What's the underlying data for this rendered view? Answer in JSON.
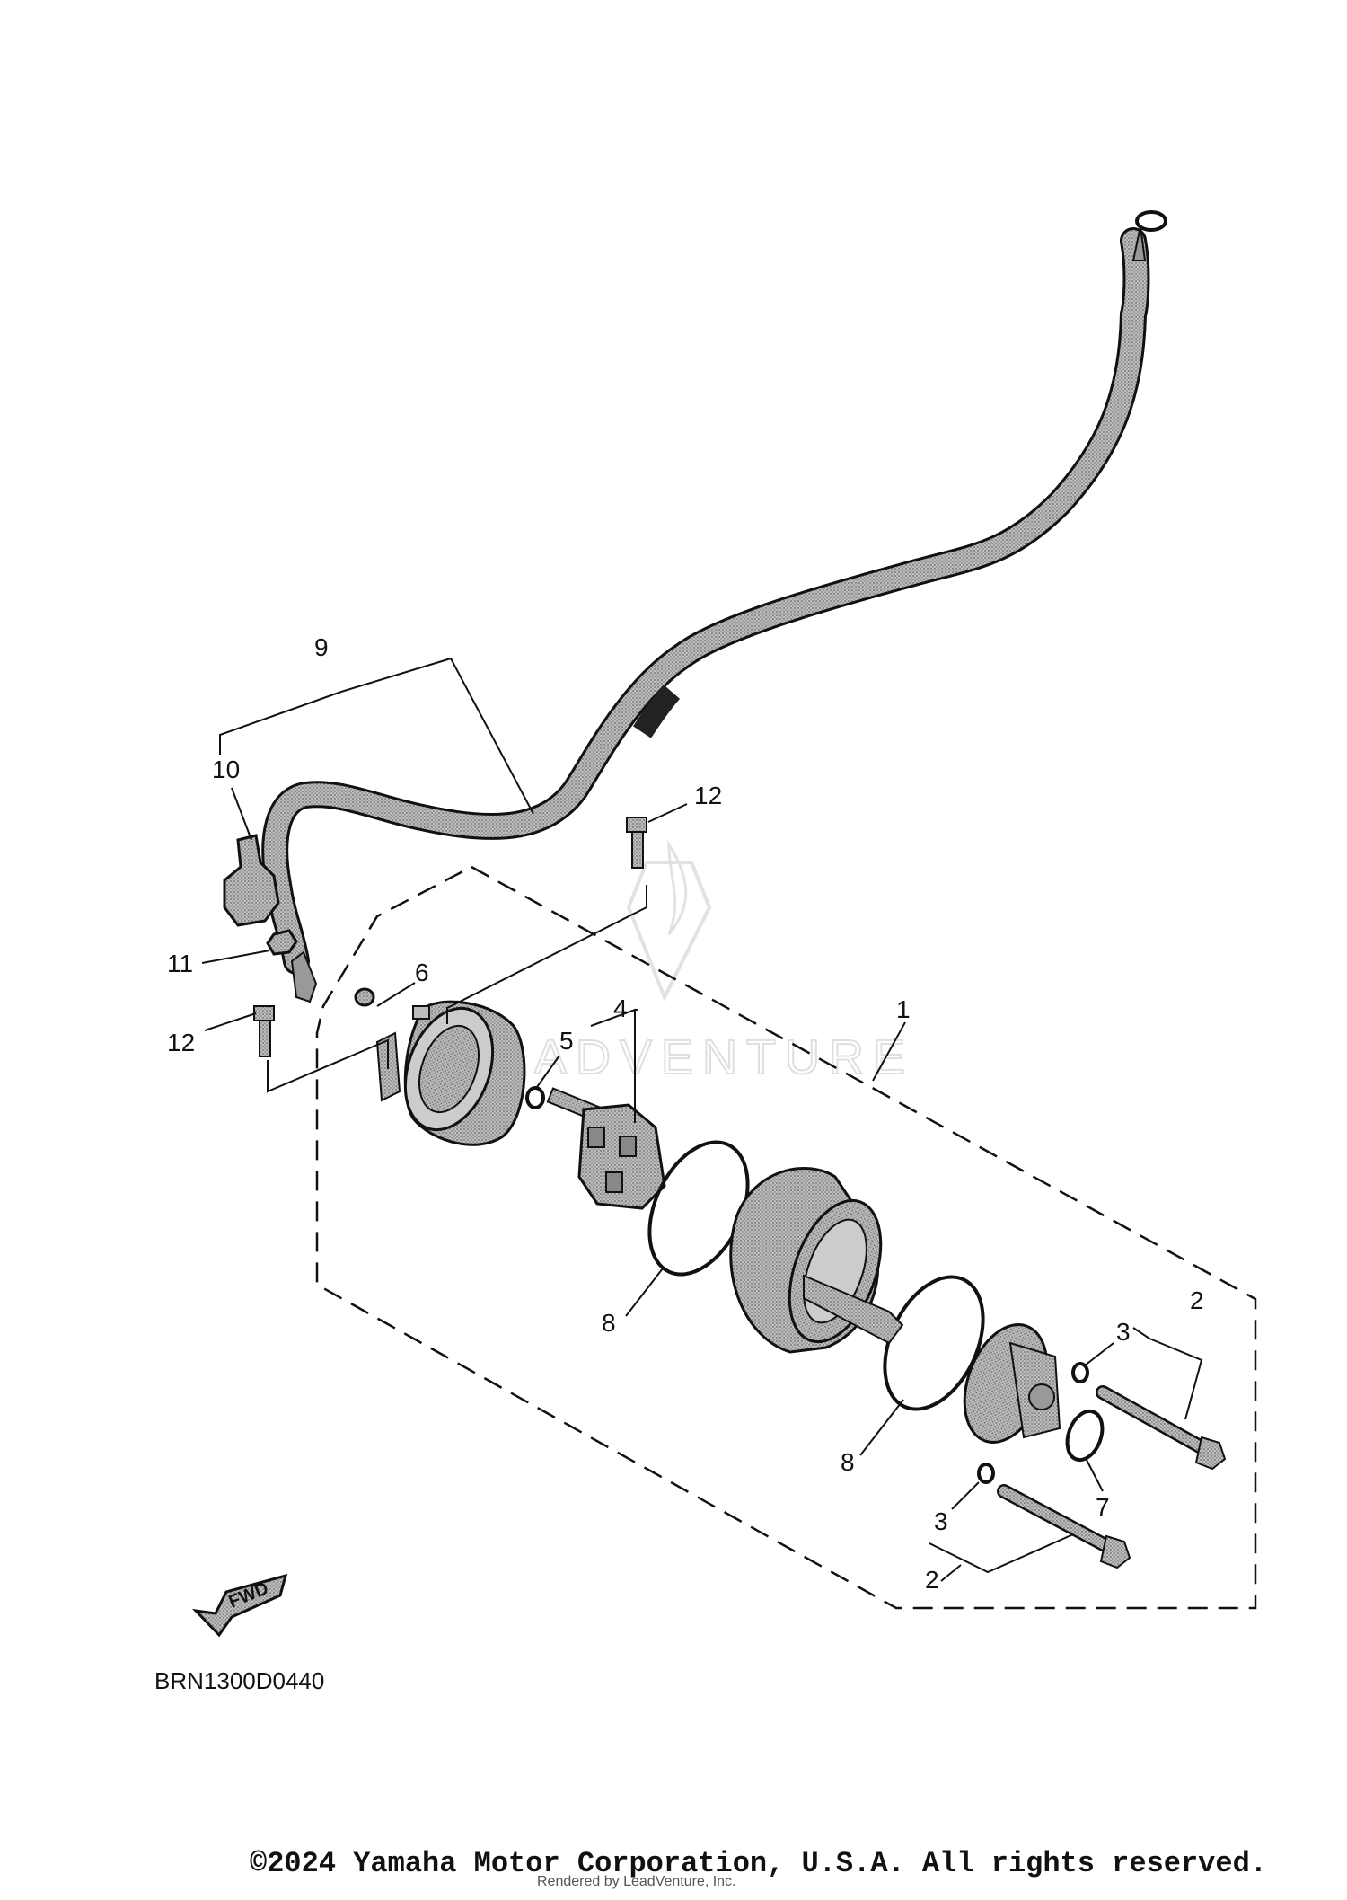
{
  "diagram_code": "BRN1300D0440",
  "callouts": {
    "c1": "1",
    "c2a": "2",
    "c2b": "2",
    "c3a": "3",
    "c3b": "3",
    "c4": "4",
    "c5": "5",
    "c6": "6",
    "c7": "7",
    "c8a": "8",
    "c8b": "8",
    "c9": "9",
    "c10": "10",
    "c11": "11",
    "c12a": "12",
    "c12b": "12"
  },
  "fwd_label": "FWD",
  "watermark": "ADVENTURE",
  "copyright": "©2024 Yamaha Motor Corporation, U.S.A. All rights reserved.",
  "rendered_by": "Rendered by LeadVenture, Inc."
}
